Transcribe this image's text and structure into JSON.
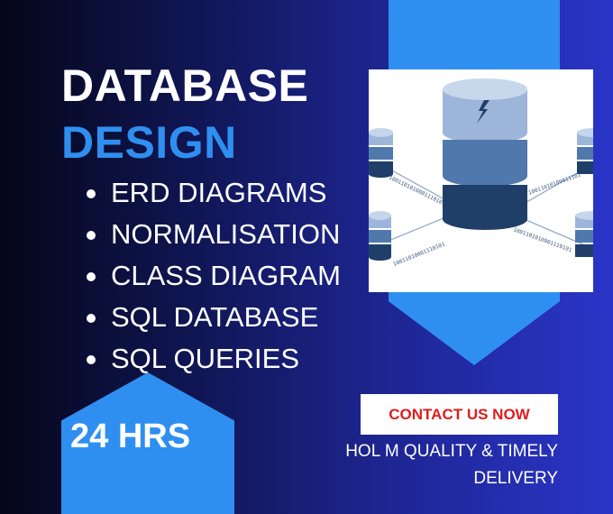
{
  "title": {
    "line1": "DATABASE",
    "line2": "DESIGN"
  },
  "features": [
    "ERD DIAGRAMS",
    "NORMALISATION",
    "CLASS DIAGRAM",
    "SQL DATABASE",
    "SQL QUERIES"
  ],
  "badge": {
    "hours": "24 HRS"
  },
  "cta": {
    "button_label": "CONTACT US NOW"
  },
  "tagline": {
    "line1": "HOL M QUALITY & TIMELY",
    "line2": "DELIVERY"
  },
  "illustration": {
    "icon": "database-network-icon",
    "binary_labels": [
      "1001101010001110101",
      "10011010100011101",
      "10011010001110101",
      "1001101010001110101"
    ]
  },
  "colors": {
    "accent_blue": "#2f8ff0",
    "cta_text_red": "#e21b1b",
    "background_dark": "#05061a",
    "background_purple": "#2a35c8",
    "db_top": "#9db5d8",
    "db_mid": "#4f79ad",
    "db_bottom": "#1f3f69"
  }
}
